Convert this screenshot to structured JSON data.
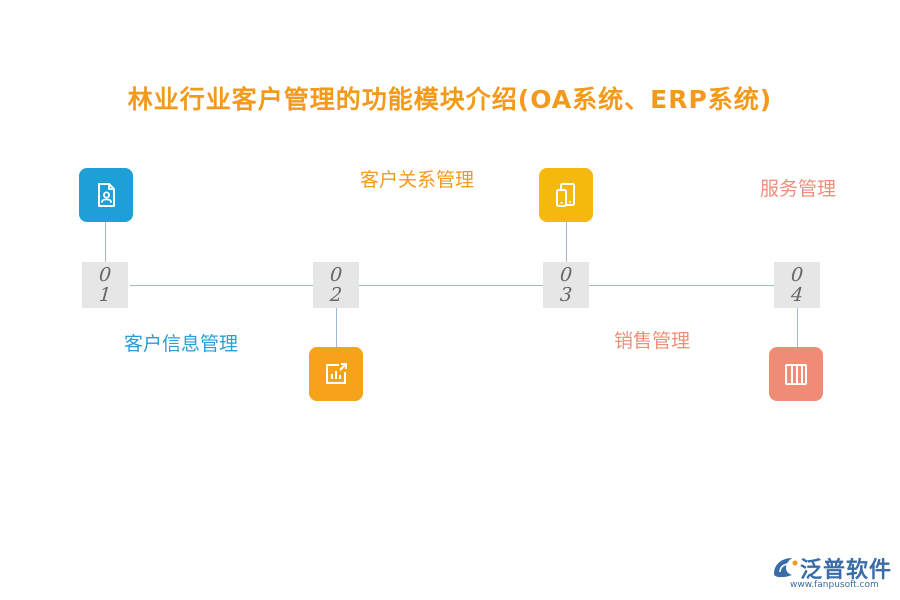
{
  "title": "林业行业客户管理的功能模块介绍(OA系统、ERP系统)",
  "colors": {
    "title": "#f39a1c",
    "line": "#9fb8d3",
    "step1": "#1e9fd6",
    "step2": "#f7a21b",
    "step3": "#f5b80c",
    "step4": "#f08b76",
    "label1": "#2a9dd4",
    "label2": "#f39a1c",
    "label3": "#ef8f7a",
    "label4": "#ef8f7a",
    "logo": "#3a6da8"
  },
  "steps": [
    {
      "number_top": "0",
      "number_bottom": "1",
      "label": "客户信息管理",
      "icon": "document-user-icon"
    },
    {
      "number_top": "0",
      "number_bottom": "2",
      "label": "客户关系管理",
      "icon": "bar-chart-export-icon"
    },
    {
      "number_top": "0",
      "number_bottom": "3",
      "label": "销售管理",
      "icon": "tablet-devices-icon"
    },
    {
      "number_top": "0",
      "number_bottom": "4",
      "label": "服务管理",
      "icon": "building-columns-icon"
    }
  ],
  "logo": {
    "name": "泛普软件",
    "url": "www.fanpusoft.com"
  }
}
